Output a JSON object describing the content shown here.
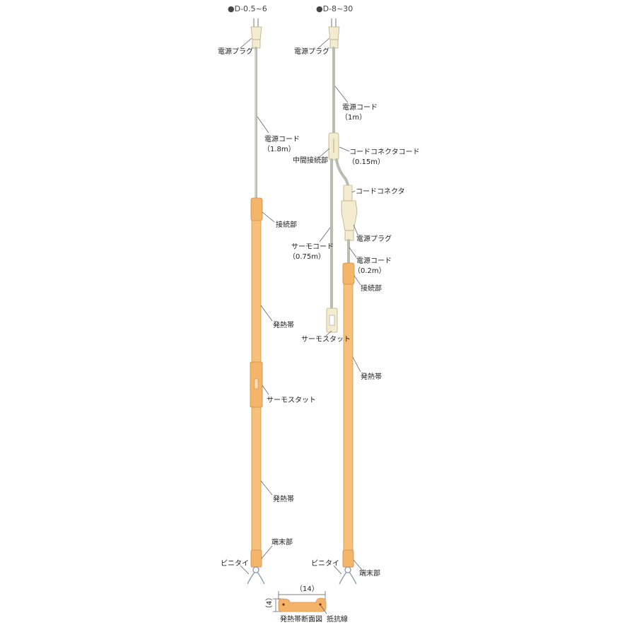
{
  "titles": {
    "left": "●D-0.5~6",
    "right": "●D-8~30"
  },
  "left_labels": {
    "plug": "電源プラグ",
    "cord": "電源コード",
    "cord_len": "（1.8m）",
    "joint": "接続部",
    "band1": "発熱帯",
    "thermostat": "サーモスタット",
    "band2": "発熱帯",
    "end": "端末部",
    "tie": "ビニタイ"
  },
  "right_labels": {
    "plug": "電源プラグ",
    "cord": "電源コード",
    "cord_len": "（1m）",
    "connector_cord": "コードコネクタコード",
    "connector_cord_len": "（0.15m）",
    "middle_joint": "中間接続部",
    "connector": "コードコネクタ",
    "thermo_cord": "サーモコード",
    "thermo_cord_len": "（0.75m）",
    "plug2": "電源プラグ",
    "cord2": "電源コード",
    "cord2_len": "（0.2m）",
    "joint": "接続部",
    "thermostat": "サーモスタット",
    "band": "発熱帯",
    "tie": "ビニタイ",
    "end": "端末部"
  },
  "cross_section": {
    "width": "（14）",
    "height": "（4）",
    "caption": "発熱帯断面図",
    "wire": "抵抗線"
  },
  "colors": {
    "band": "#f6c07a",
    "cord": "#b8bdb0",
    "plug": "#f3ecd0"
  }
}
